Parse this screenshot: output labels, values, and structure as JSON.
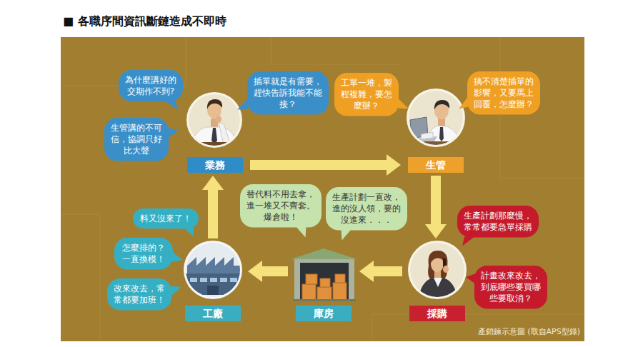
{
  "diagram": {
    "title": "■ 各職序間資訊斷鏈造成不即時",
    "caption": "產銷鍊示意圖 (取自APS型錄)",
    "nodes": [
      {
        "text": [
          "業務"
        ]
      },
      {
        "text": [
          "為什麼講好的交期作不到?"
        ]
      },
      {
        "text": [
          "插單就是有需要，趕快告訴我能不能接？"
        ]
      },
      {
        "text": [
          "生管講的不可信，協調只好比大聲"
        ]
      },
      {
        "text": [
          "生管"
        ]
      },
      {
        "text": [
          "工單一堆，製程複雜，要怎麼辦？"
        ]
      },
      {
        "text": [
          "搞不清楚插單的影響，又要馬上回覆，怎麼辦？"
        ]
      },
      {
        "text": [
          "採購"
        ]
      },
      {
        "text": [
          "生產計劃那麼慢，常常都要急單採購"
        ]
      },
      {
        "text": [
          "計畫改來改去，到底哪些要買哪些要取消？"
        ]
      },
      {
        "text": [
          "庫房"
        ]
      },
      {
        "text": [
          "替代料不用去拿，進一堆又不齊套。爆倉啦！"
        ]
      },
      {
        "text": [
          "生產計劃一直改，進的沒人領，要的沒進來．．．"
        ]
      },
      {
        "text": [
          "工廠"
        ]
      },
      {
        "text": [
          "料又沒來了！"
        ]
      },
      {
        "text": [
          "怎麼排的？一直換模！"
        ]
      },
      {
        "text": [
          "改來改去，常常都要加班！"
        ]
      }
    ],
    "edges": [
      {
        "from": 0,
        "to": 4,
        "arrow": "to"
      },
      {
        "from": 4,
        "to": 7,
        "arrow": "to"
      },
      {
        "from": 7,
        "to": 10,
        "arrow": "to"
      },
      {
        "from": 10,
        "to": 13,
        "arrow": "to"
      },
      {
        "from": 13,
        "to": 0,
        "arrow": "to"
      }
    ]
  }
}
